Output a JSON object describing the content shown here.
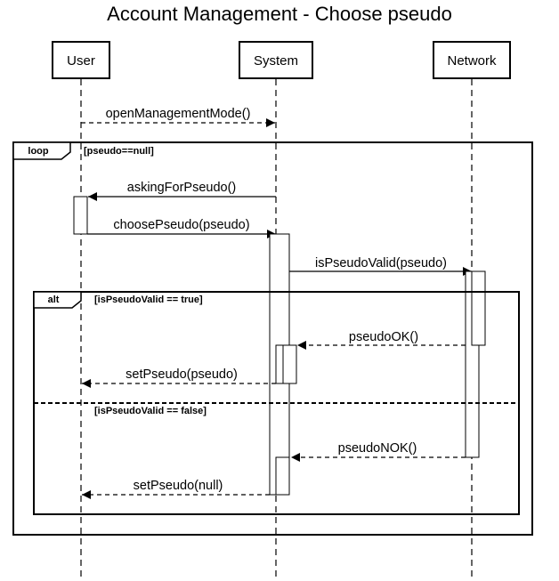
{
  "title": "Account Management - Choose pseudo",
  "actors": {
    "user": "User",
    "system": "System",
    "network": "Network"
  },
  "fragments": {
    "loop": {
      "tag": "loop",
      "guard": "[pseudo==null]"
    },
    "alt": {
      "tag": "alt",
      "guard_true": "[isPseudoValid == true]",
      "guard_false": "[isPseudoValid == false]"
    }
  },
  "messages": {
    "open_management_mode": "openManagementMode()",
    "asking_for_pseudo": "askingForPseudo()",
    "choose_pseudo": "choosePseudo(pseudo)",
    "is_pseudo_valid": "isPseudoValid(pseudo)",
    "pseudo_ok": "pseudoOK()",
    "set_pseudo": "setPseudo(pseudo)",
    "pseudo_nok": "pseudoNOK()",
    "set_pseudo_null": "setPseudo(null)"
  },
  "colors": {
    "line": "#000000",
    "background": "#ffffff"
  }
}
